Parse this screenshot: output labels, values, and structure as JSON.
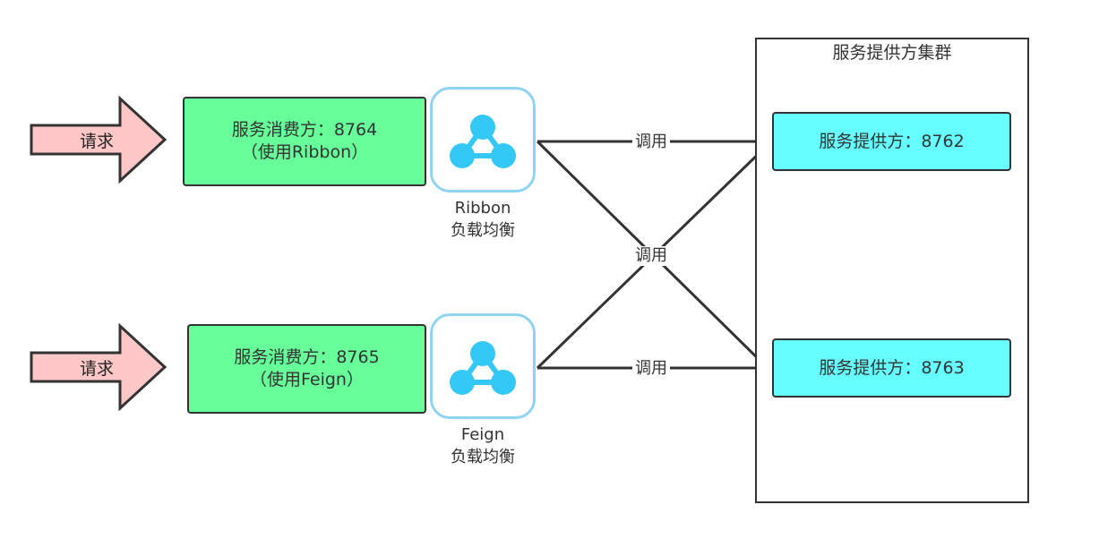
{
  "requests": [
    {
      "label": "请求"
    },
    {
      "label": "请求"
    }
  ],
  "consumers": [
    {
      "line1": "服务消费方：8764",
      "line2": "（使用Ribbon）"
    },
    {
      "line1": "服务消费方：8765",
      "line2": "（使用Feign）"
    }
  ],
  "load_balancers": [
    {
      "name": "Ribbon",
      "caption": "负载均衡",
      "icon": "share-network-icon"
    },
    {
      "name": "Feign",
      "caption": "负载均衡",
      "icon": "share-network-icon"
    }
  ],
  "cluster": {
    "title": "服务提供方集群",
    "providers": [
      {
        "label": "服务提供方：8762"
      },
      {
        "label": "服务提供方：8763"
      }
    ]
  },
  "calls": {
    "top": "调用",
    "middle": "调用",
    "bottom": "调用"
  },
  "colors": {
    "request_arrow": "#ffc7c7",
    "consumer": "#66ff99",
    "provider": "#66ffff",
    "icon": "#33c8f5",
    "icon_border": "#8fd4f0"
  }
}
